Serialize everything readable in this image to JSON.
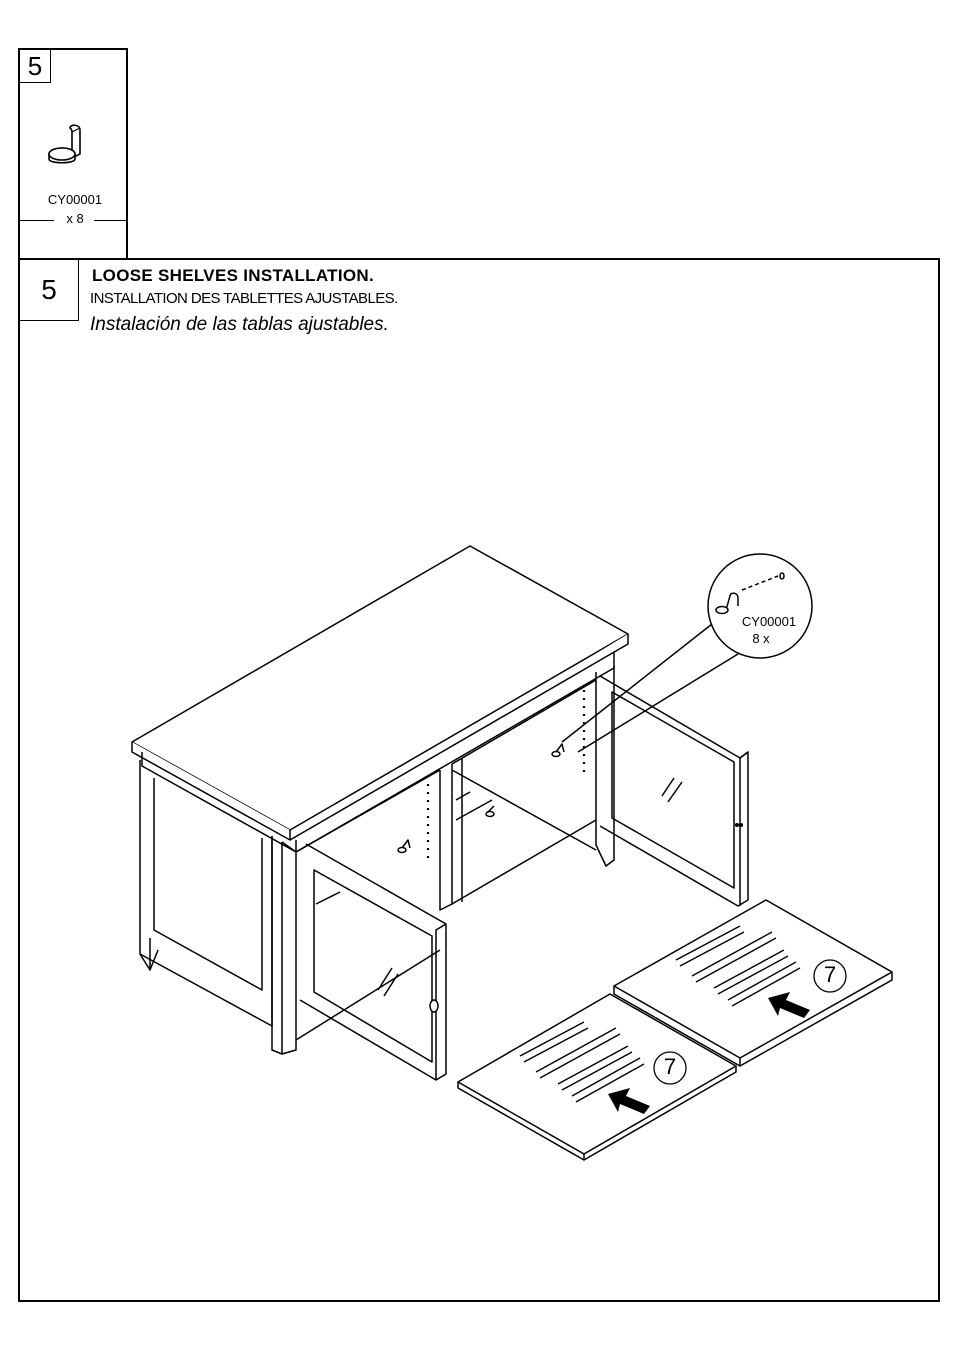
{
  "parts_list": {
    "number": "5",
    "part_code": "CY00001",
    "quantity": "x 8"
  },
  "step": {
    "number": "5",
    "title_en": "LOOSE SHELVES INSTALLATION.",
    "title_fr": "INSTALLATION DES TABLETTES AJUSTABLES.",
    "title_es": "Instalación de las  tablas ajustables."
  },
  "callout": {
    "part_code": "CY00001",
    "quantity": "8 x"
  },
  "shelves": [
    {
      "part_number": "7"
    },
    {
      "part_number": "7"
    }
  ],
  "icons": {
    "shelf_pin": "shelf-pin-icon",
    "arrow": "arrow-left-icon"
  }
}
